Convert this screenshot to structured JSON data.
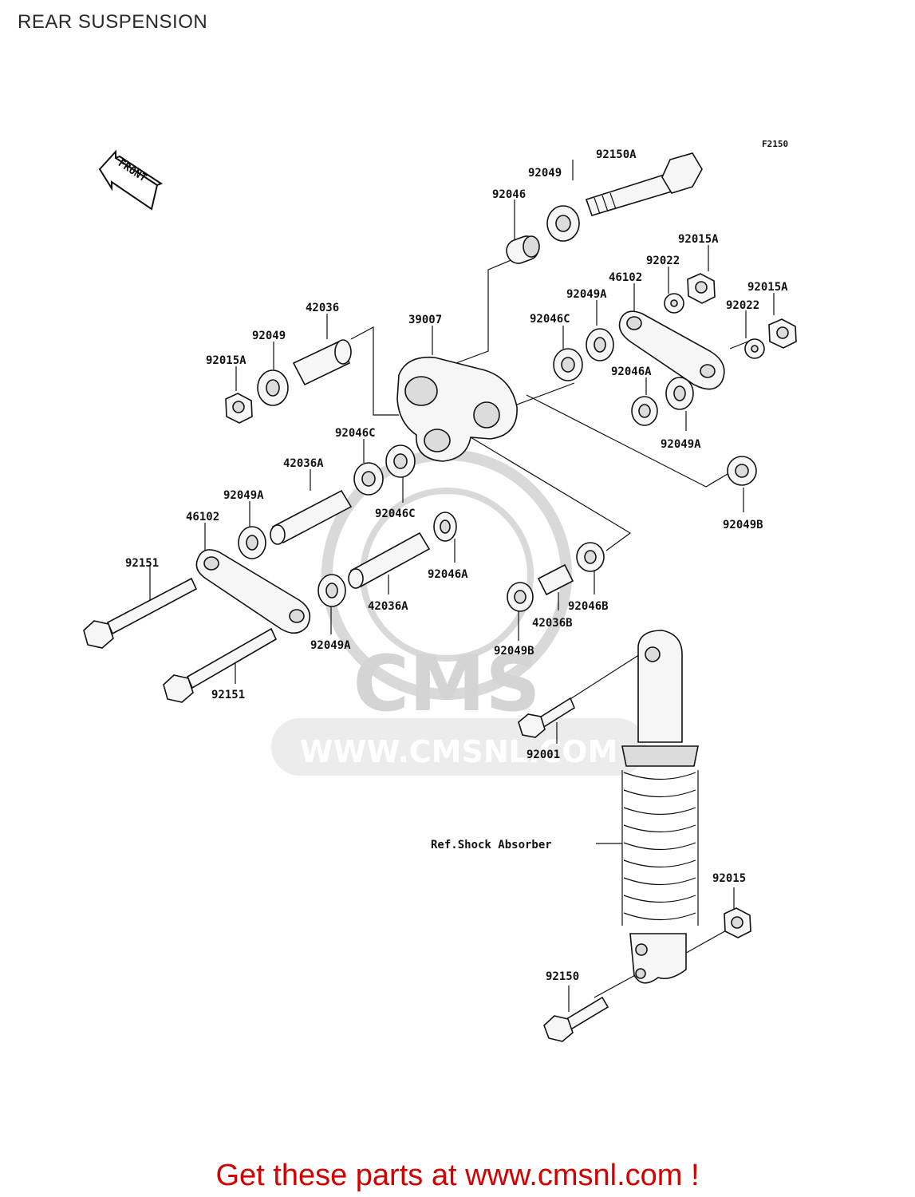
{
  "page": {
    "title": "REAR SUSPENSION"
  },
  "figure_code": "F2150",
  "front_indicator": "FRONT",
  "watermark": {
    "brand": "CMS",
    "url": "WWW.CMSNL.COM"
  },
  "reference_note": "Ref.Shock Absorber",
  "part_labels": [
    "92150A",
    "92049",
    "92046",
    "92015A",
    "92022",
    "46102",
    "92049A",
    "92015A",
    "92022",
    "42036",
    "39007",
    "92046C",
    "92049",
    "92015A",
    "92046A",
    "92049A",
    "92046C",
    "42036A",
    "92049B",
    "92049A",
    "46102",
    "92046C",
    "92046A",
    "92151",
    "42036A",
    "92046B",
    "42036B",
    "92049A",
    "92049B",
    "92151",
    "92001",
    "92015",
    "92150"
  ],
  "footer": {
    "text": "Get these parts at www.cmsnl.com !",
    "color": "#d40000"
  }
}
